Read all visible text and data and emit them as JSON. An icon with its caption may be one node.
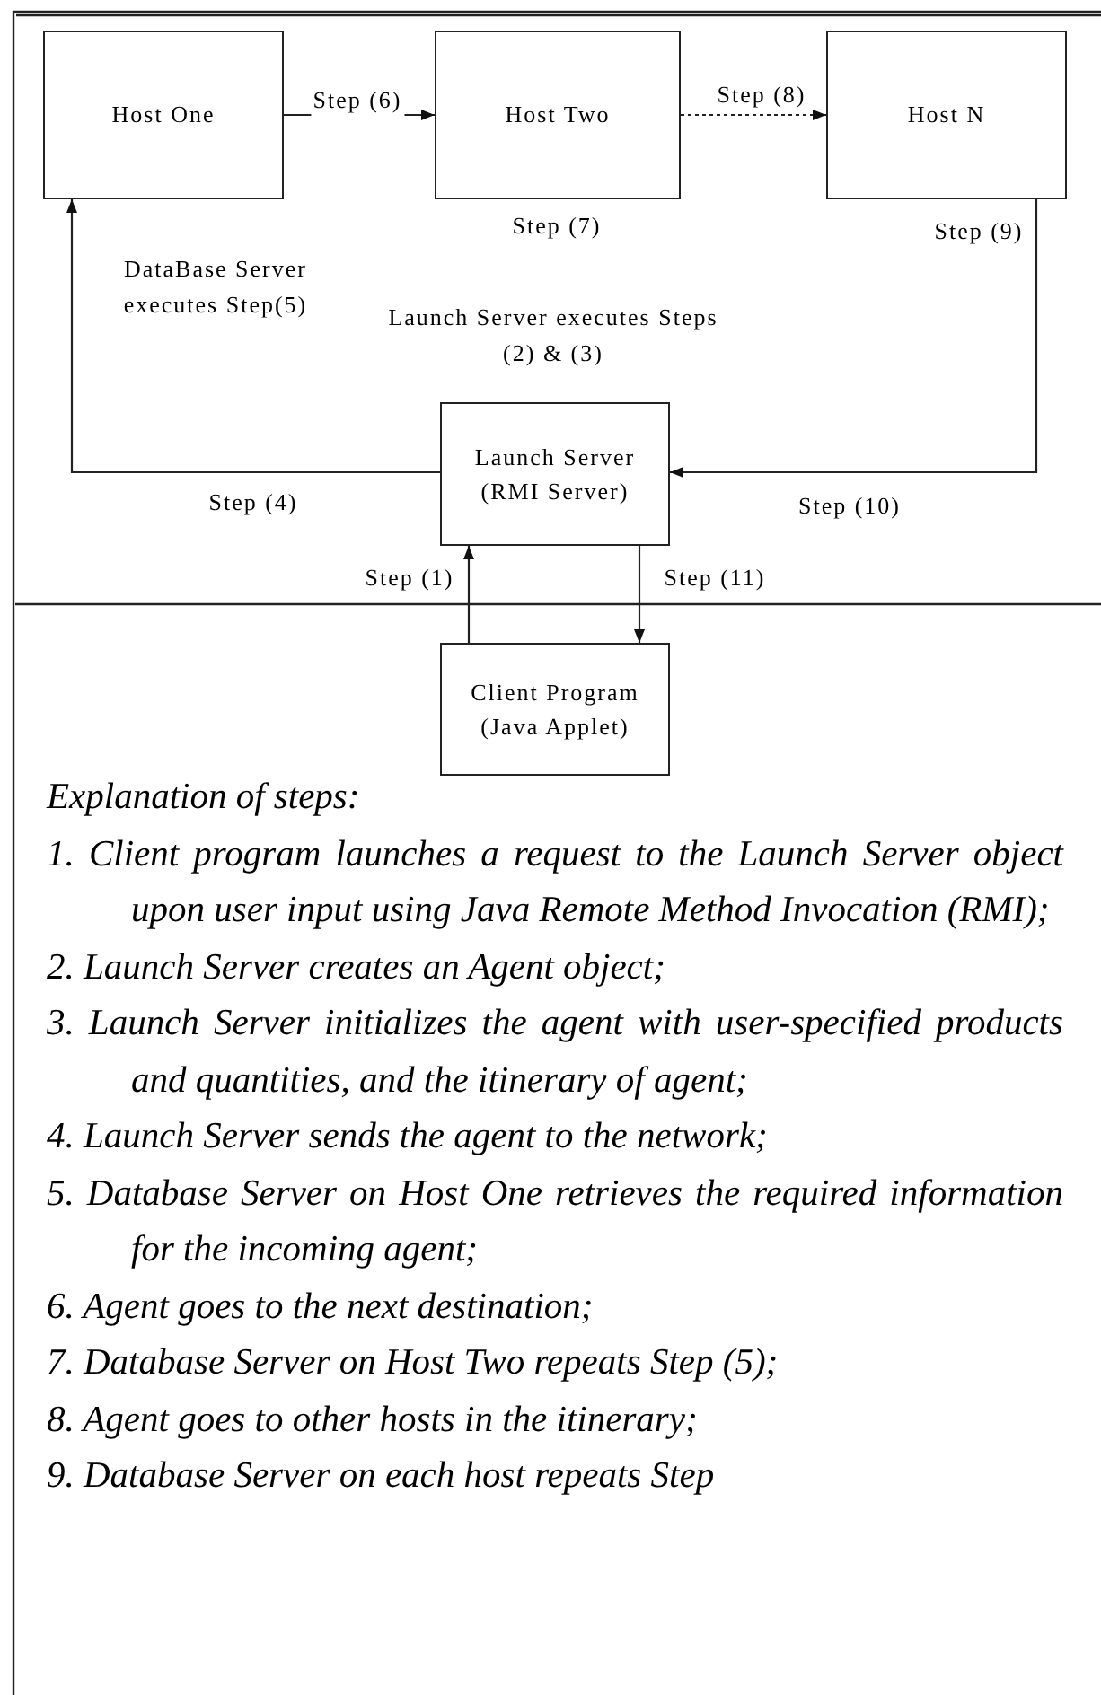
{
  "diagram": {
    "nodes": [
      {
        "text": [
          "Host One"
        ]
      },
      {
        "text": [
          "Host Two"
        ],
        "beside": [
          "Step (7)"
        ]
      },
      {
        "text": [
          "Host N"
        ],
        "beside": [
          "Step (9)"
        ]
      },
      {
        "text": [
          "Launch Server (RMI Server)"
        ]
      },
      {
        "text": [
          "Client Program (Java Applet)"
        ]
      }
    ],
    "edges": [
      {
        "from": 0,
        "to": 1,
        "arrow": "to",
        "label": "Step (6)"
      },
      {
        "from": 1,
        "to": 2,
        "arrow": "to",
        "label": "Step (8)",
        "style": "dashed"
      },
      {
        "from": 3,
        "to": 0,
        "arrow": "to",
        "label": "Step (4)"
      },
      {
        "from": 2,
        "to": 3,
        "arrow": "to",
        "label": "Step (10)"
      },
      {
        "from": 4,
        "to": 3,
        "arrow": "to",
        "label": "Step (1)"
      },
      {
        "from": 3,
        "to": 4,
        "arrow": "to",
        "label": "Step (11)"
      }
    ],
    "labels": [
      "DataBase Server executes Step(5)",
      "Launch Server executes Steps (2) & (3)",
      "Explanation of steps:",
      "1. Client program launches a request to the Launch Server object upon user input using Java Remote Method Invocation (RMI);",
      "2. Launch Server creates an Agent object;",
      "3. Launch Server initializes the agent with user-specified products and quantities, and the itinerary of agent;",
      "4. Launch Server sends the agent to the network;",
      "5. Database Server on Host One retrieves the required information for the incoming agent;",
      "6. Agent goes to the next destination;",
      "7. Database Server on Host Two repeats Step (5);",
      "8. Agent goes to other hosts in the itinerary;",
      "9. Database Server on each host repeats Step"
    ]
  }
}
